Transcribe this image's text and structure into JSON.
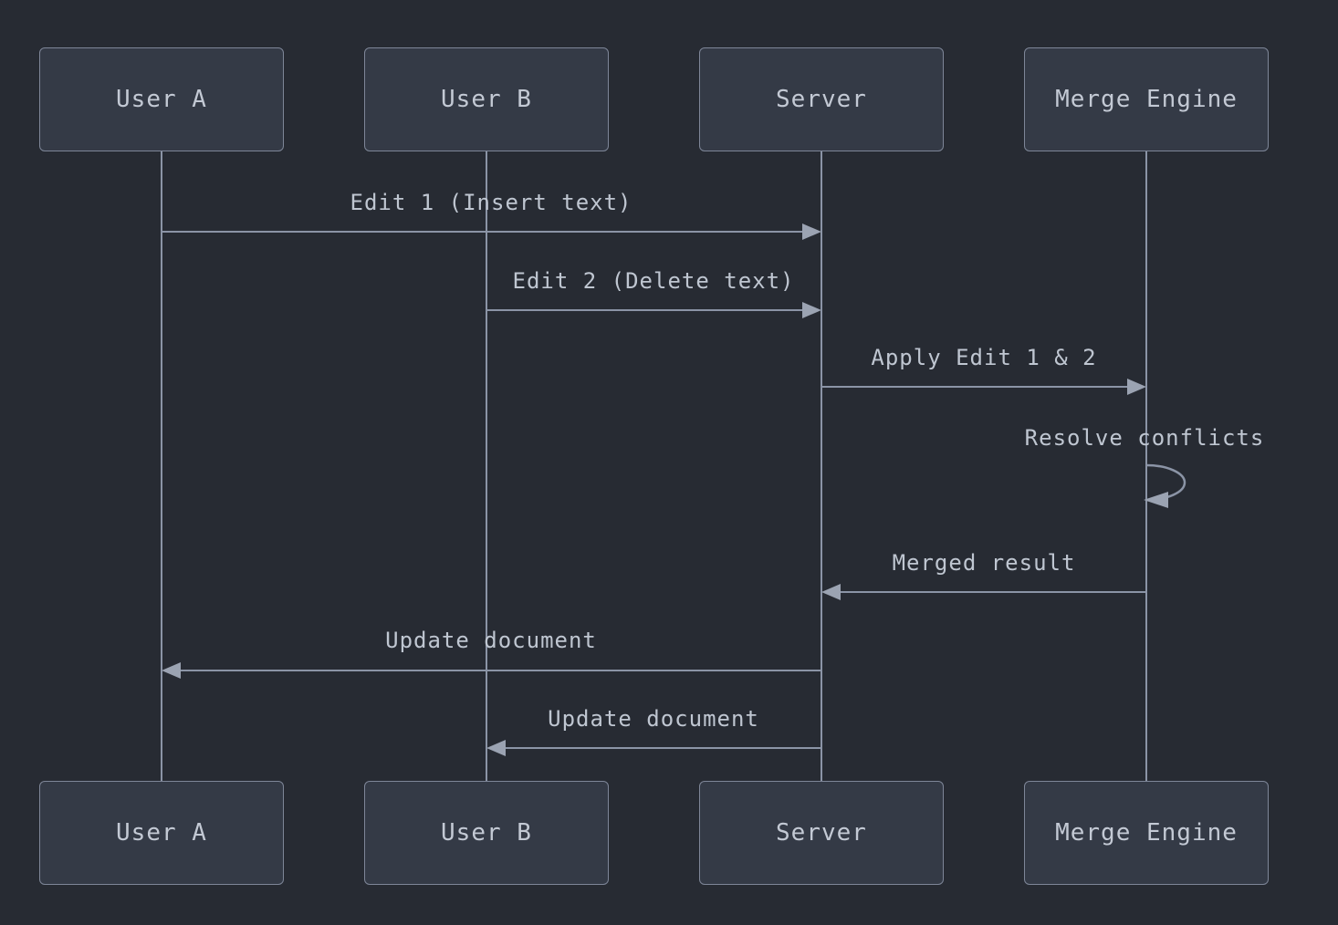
{
  "diagram": {
    "type": "sequence-diagram",
    "actors": [
      {
        "name": "User A"
      },
      {
        "name": "User B"
      },
      {
        "name": "Server"
      },
      {
        "name": "Merge Engine"
      }
    ],
    "messages": [
      {
        "from": "User A",
        "to": "Server",
        "label": "Edit 1 (Insert text)",
        "arrow": "solid-right"
      },
      {
        "from": "User B",
        "to": "Server",
        "label": "Edit 2 (Delete text)",
        "arrow": "solid-right"
      },
      {
        "from": "Server",
        "to": "Merge Engine",
        "label": "Apply Edit 1 & 2",
        "arrow": "solid-right"
      },
      {
        "from": "Merge Engine",
        "to": "Merge Engine",
        "label": "Resolve conflicts",
        "arrow": "self-loop"
      },
      {
        "from": "Merge Engine",
        "to": "Server",
        "label": "Merged result",
        "arrow": "solid-left"
      },
      {
        "from": "Server",
        "to": "User A",
        "label": "Update document",
        "arrow": "solid-left"
      },
      {
        "from": "Server",
        "to": "User B",
        "label": "Update document",
        "arrow": "solid-left"
      }
    ],
    "colors": {
      "background": "#272b33",
      "actor_fill": "#343a46",
      "actor_border": "#7e8698",
      "line": "#8b94a6",
      "arrowhead": "#9ba3b2",
      "text": "#c3c9d4"
    }
  }
}
